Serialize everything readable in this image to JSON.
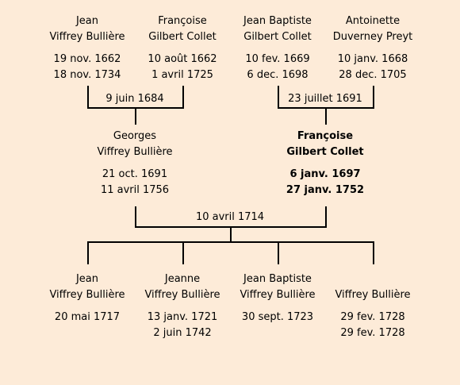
{
  "paternal_grandparents": {
    "father": {
      "given": "Jean",
      "surname": "Viffrey Bullière",
      "birth": "19 nov. 1662",
      "death": "18 nov. 1734"
    },
    "mother": {
      "given": "Françoise",
      "surname": "Gilbert Collet",
      "birth": "10 août 1662",
      "death": "1 avril 1725"
    },
    "marriage": "9 juin 1684"
  },
  "maternal_grandparents": {
    "father": {
      "given": "Jean Baptiste",
      "surname": "Gilbert Collet",
      "birth": "10 fev. 1669",
      "death": "6 dec. 1698"
    },
    "mother": {
      "given": "Antoinette",
      "surname": "Duverney Preyt",
      "birth": "10 janv. 1668",
      "death": "28 dec. 1705"
    },
    "marriage": "23 juillet 1691"
  },
  "parents": {
    "father": {
      "given": "Georges",
      "surname": "Viffrey Bullière",
      "birth": "21 oct. 1691",
      "death": "11 avril 1756"
    },
    "mother": {
      "given": "Françoise",
      "surname": "Gilbert Collet",
      "birth": "6 janv. 1697",
      "death": "27 janv. 1752"
    },
    "marriage": "10 avril 1714"
  },
  "children": [
    {
      "given": "Jean",
      "surname": "Viffrey Bullière",
      "birth": "20 mai 1717",
      "death": ""
    },
    {
      "given": "Jeanne",
      "surname": "Viffrey Bullière",
      "birth": "13 janv. 1721",
      "death": "2 juin 1742"
    },
    {
      "given": "Jean Baptiste",
      "surname": "Viffrey Bullière",
      "birth": "30 sept. 1723",
      "death": ""
    },
    {
      "given": "",
      "surname": "Viffrey Bullière",
      "birth": "29 fev. 1728",
      "death": "29 fev. 1728"
    }
  ]
}
